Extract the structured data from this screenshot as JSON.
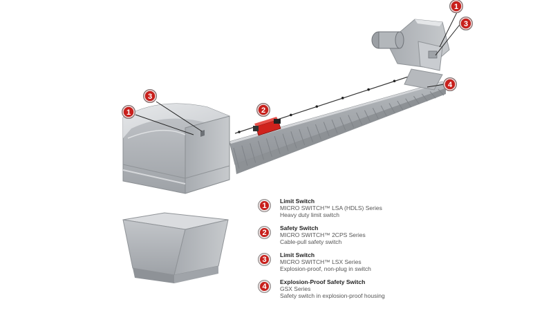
{
  "callouts": [
    "1",
    "3",
    "2",
    "1",
    "3",
    "4"
  ],
  "legend": [
    {
      "number": "1",
      "title": "Limit Switch",
      "series": "MICRO SWITCH™ LSA (HDLS) Series",
      "desc": "Heavy duty limit switch"
    },
    {
      "number": "2",
      "title": "Safety Switch",
      "series": "MICRO SWITCH™ 2CPS Series",
      "desc": "Cable-pull safety switch"
    },
    {
      "number": "3",
      "title": "Limit Switch",
      "series": "MICRO SWITCH™ LSX Series",
      "desc": "Explosion-proof, non-plug in switch"
    },
    {
      "number": "4",
      "title": "Explosion-Proof Safety Switch",
      "series": "GSX Series",
      "desc": "Safety switch in explosion-proof housing"
    }
  ],
  "colors": {
    "badge": "#c8201c",
    "steel_light": "#d9dbdd",
    "steel_mid": "#b9bcc0",
    "steel_dark": "#8f9397",
    "switch_red": "#d0231d"
  }
}
